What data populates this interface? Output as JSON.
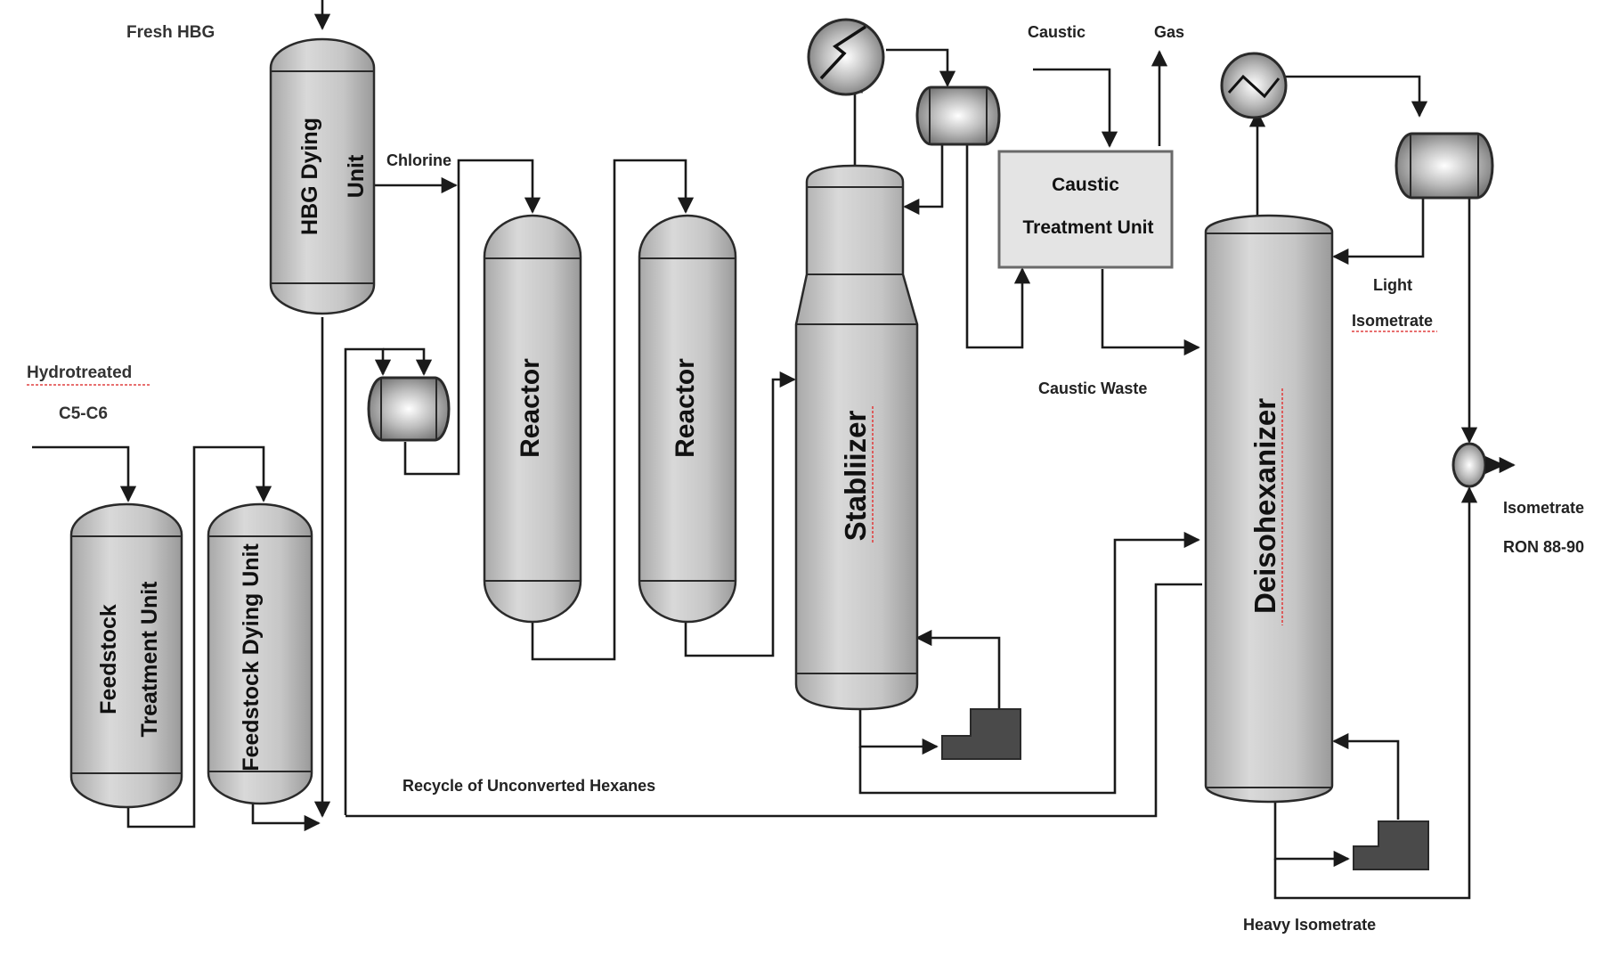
{
  "labels": {
    "fresh_hbg": "Fresh HBG",
    "hbg_dying_unit_line1": "HBG Dying",
    "hbg_dying_unit_line2": "Unit",
    "chlorine": "Chlorine",
    "hydrotreated": "Hydrotreated",
    "c5_c6": "C5-C6",
    "feedstock_treatment_line1": "Feedstock",
    "feedstock_treatment_line2": "Treatment Unit",
    "feedstock_dying_unit": "Feedstock Dying Unit",
    "reactor_1": "Reactor",
    "reactor_2": "Reactor",
    "stabilizer": "Stabliizer",
    "caustic": "Caustic",
    "gas": "Gas",
    "caustic_treatment_line1": "Caustic",
    "caustic_treatment_line2": "Treatment Unit",
    "caustic_waste": "Caustic Waste",
    "deisohexanizer": "Deisohexanizer",
    "light": "Light",
    "isometrate": "Isometrate",
    "isometrate_product": "Isometrate",
    "ron": "RON 88-90",
    "recycle": "Recycle of Unconverted Hexanes",
    "heavy_isometrate": "Heavy Isometrate"
  },
  "colors": {
    "vessel_fill": "#c9c9c9",
    "vessel_stroke": "#2a2a2a",
    "reboiler_fill": "#4a4a4a",
    "caustic_unit_fill": "#e4e4e4",
    "pipe": "#1a1a1a",
    "red_label": "#b03030"
  },
  "icons": {
    "condenser_1": "heat-exchanger-icon",
    "condenser_2": "heat-exchanger-icon",
    "reboiler_1": "reboiler-icon",
    "reboiler_2": "reboiler-icon",
    "valve": "valve-icon"
  }
}
